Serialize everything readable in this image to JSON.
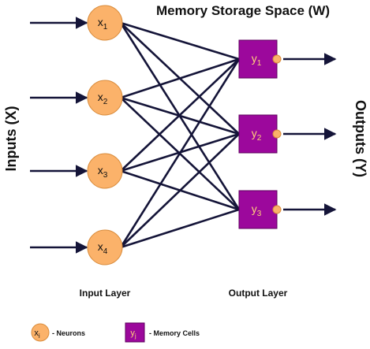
{
  "title": "Memory Storage Space (W)",
  "side_left": "Inputs (X)",
  "side_right": "Outputs (Y)",
  "input_layer_label": "Input Layer",
  "output_layer_label": "Output Layer",
  "inputs": [
    {
      "base": "x",
      "sub": "1"
    },
    {
      "base": "x",
      "sub": "2"
    },
    {
      "base": "x",
      "sub": "3"
    },
    {
      "base": "x",
      "sub": "4"
    }
  ],
  "outputs": [
    {
      "base": "y",
      "sub": "1"
    },
    {
      "base": "y",
      "sub": "2"
    },
    {
      "base": "y",
      "sub": "3"
    }
  ],
  "legend": {
    "neuron_symbol": {
      "base": "x",
      "sub": "i"
    },
    "neuron_text": "- Neurons",
    "cell_symbol": {
      "base": "y",
      "sub": "j"
    },
    "cell_text": "- Memory Cells"
  },
  "colors": {
    "neuron_fill": "#fbb26a",
    "neuron_stroke": "#d98c3c",
    "cell_fill": "#9c089c",
    "cell_stroke": "#5e005e",
    "line": "#141438",
    "text": "#111111"
  }
}
